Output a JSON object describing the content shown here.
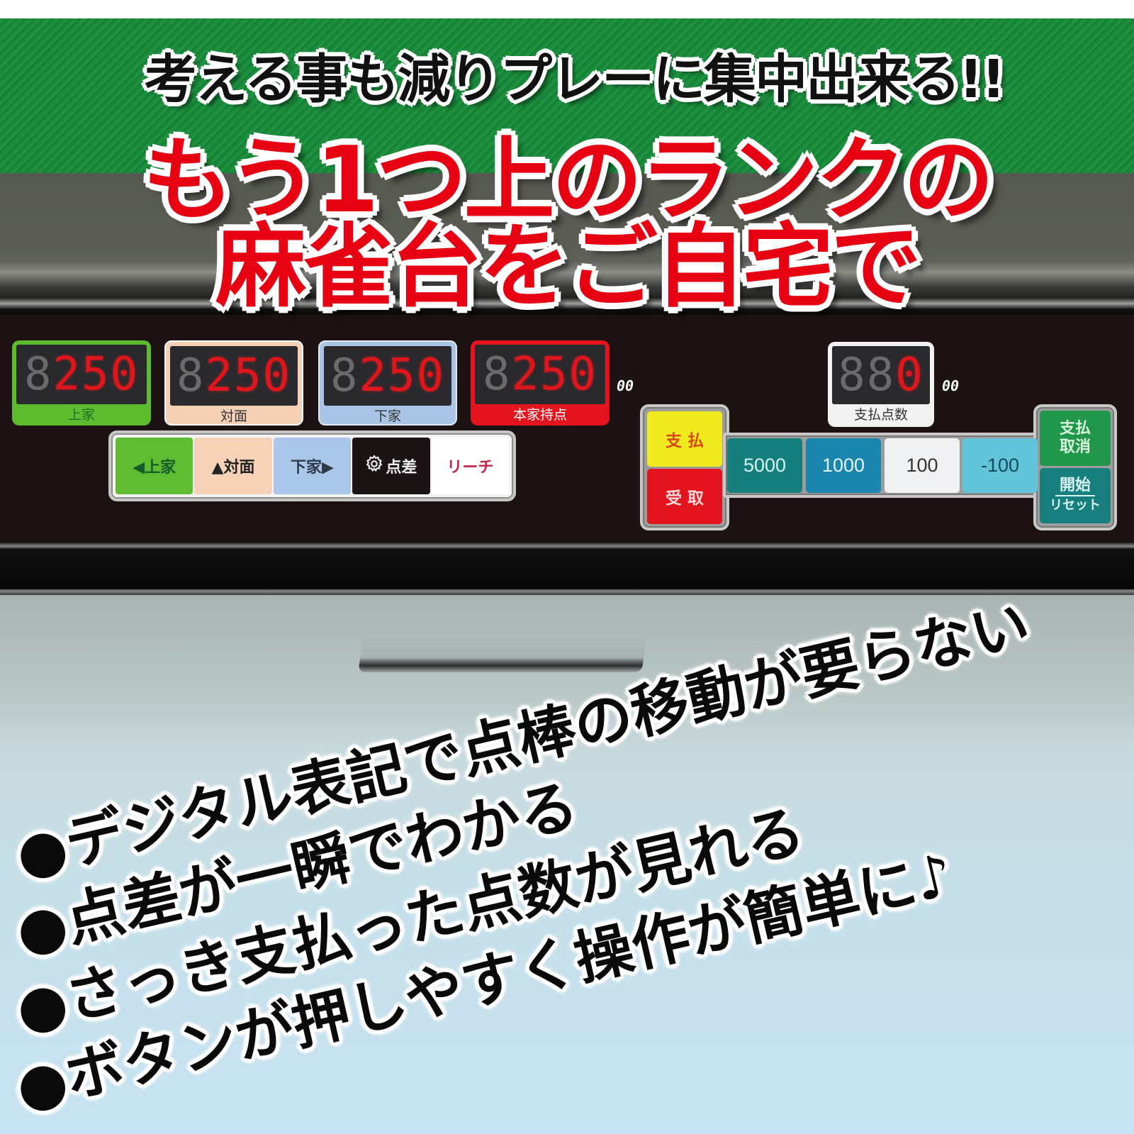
{
  "headline": {
    "sub": "考える事も減りプレーに集中出来る!!",
    "main_line1": "もう1つ上のランクの",
    "main_line2": "麻雀台をご自宅で"
  },
  "scores": [
    {
      "id": "kamicha",
      "label": "上家",
      "dim_digit": "8",
      "value": "250",
      "frame_color": "#5dbb2e",
      "label_color": "#1d6e2a"
    },
    {
      "id": "toimen",
      "label": "対面",
      "dim_digit": "8",
      "value": "250",
      "frame_color": "#f6d0b4",
      "label_color": "#333333"
    },
    {
      "id": "shimocha",
      "label": "下家",
      "dim_digit": "8",
      "value": "250",
      "frame_color": "#aac4e6",
      "label_color": "#333333"
    },
    {
      "id": "self",
      "label": "本家持点",
      "dim_digit": "8",
      "value": "250",
      "frame_color": "#e3141d",
      "label_color": "#ffffff"
    }
  ],
  "score_unit": "00",
  "payment_display": {
    "label": "支払点数",
    "dim_digits": "88",
    "value": "0",
    "unit": "00"
  },
  "direction_buttons": [
    {
      "id": "kamicha",
      "label": "◀上家",
      "bg": "#5fbb30",
      "color": "#165b2a"
    },
    {
      "id": "toimen",
      "label": "▲対面",
      "bg": "#f6d2b8",
      "color": "#222222"
    },
    {
      "id": "shimocha",
      "label": "下家▶",
      "bg": "#aac6e8",
      "color": "#2e3a4a"
    },
    {
      "id": "tensa",
      "label": "点差",
      "icon": "gear-icon",
      "bg": "#1c1414",
      "color": "#eeeeee"
    },
    {
      "id": "riichi",
      "label": "リーチ",
      "bg": "#ffffff",
      "color": "#c4264a"
    }
  ],
  "pay_buttons": {
    "pay": {
      "label": "支 払",
      "bg": "#f0ea1e",
      "color": "#d9480f"
    },
    "receive": {
      "label": "受 取",
      "bg": "#e3141d",
      "color": "#ffd9d9"
    },
    "amounts": [
      {
        "label": "5000",
        "bg": "#157f7e",
        "color": "#d8f4f2"
      },
      {
        "label": "1000",
        "bg": "#1a86ad",
        "color": "#e3f6ff"
      },
      {
        "label": "100",
        "bg": "#eff1f2",
        "color": "#333333"
      },
      {
        "label": "-100",
        "bg": "#62c4d8",
        "color": "#0f4c5c"
      }
    ],
    "cancel": {
      "label_line1": "支払",
      "label_line2": "取消",
      "bg": "#20974b",
      "color": "#d9f5dd"
    },
    "start": {
      "label_line1": "開始",
      "label_line2": "リセット",
      "bg": "#177f7d",
      "color": "#d9f5f2"
    }
  },
  "bullets": [
    "●デジタル表記で点棒の移動が要らない",
    "●点差が一瞬でわかる",
    "●さっき支払った点数が見れる",
    "●ボタンが押しやすく操作が簡単に♪"
  ]
}
